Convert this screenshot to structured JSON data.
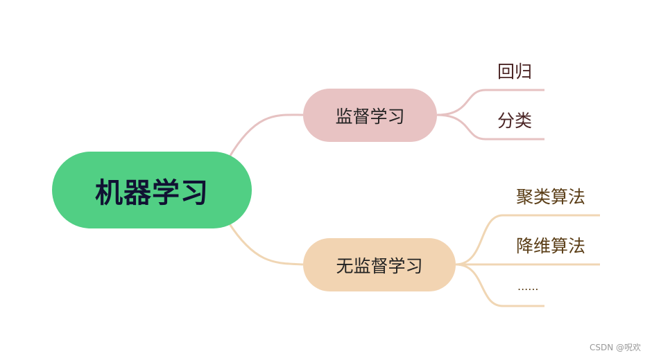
{
  "mindmap": {
    "root": "机器学习",
    "branches": [
      {
        "label": "监督学习",
        "children": [
          "回归",
          "分类"
        ]
      },
      {
        "label": "无监督学习",
        "children": [
          "聚类算法",
          "降维算法",
          "......"
        ]
      }
    ]
  },
  "watermark": "CSDN @呪欢",
  "colors": {
    "root_fill": "#51cf84",
    "supervised_fill": "#e8c3c3",
    "unsupervised_fill": "#f2d4b2",
    "supervised_line": "#e6c2c2",
    "unsupervised_line": "#f0d6b4"
  }
}
